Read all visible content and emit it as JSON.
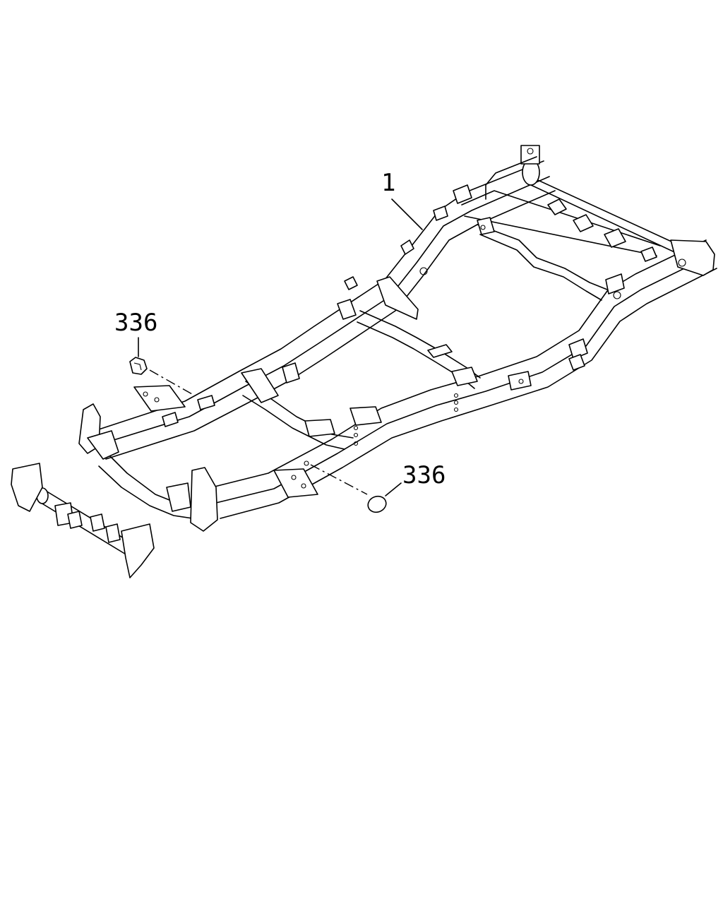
{
  "diagram": {
    "callouts": [
      {
        "label": "1",
        "part": "frame"
      },
      {
        "label": "336",
        "part": "plug-left"
      },
      {
        "label": "336",
        "part": "plug-right"
      }
    ]
  }
}
